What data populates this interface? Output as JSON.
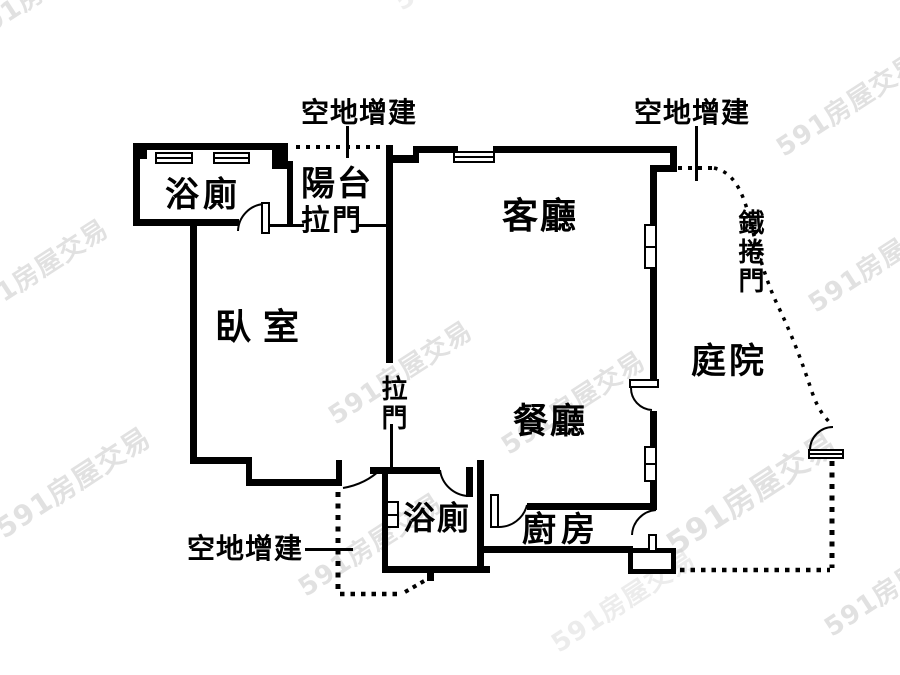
{
  "colors": {
    "line": "#000000",
    "background": "#ffffff",
    "watermark": "#c9c9c9"
  },
  "rooms": {
    "bathroom_top": "浴廁",
    "balcony": "陽台",
    "living_room": "客廳",
    "bedroom": "臥室",
    "dining_room": "餐廳",
    "courtyard": "庭院",
    "bathroom_bottom": "浴廁",
    "kitchen": "廚房"
  },
  "annotations": {
    "sliding_door_balcony": "拉門",
    "sliding_door_bedroom": "拉門",
    "addition_top_left": "空地增建",
    "addition_top_right": "空地增建",
    "addition_bottom": "空地增建",
    "roller_shutter_door": "鐵捲門"
  },
  "watermark": {
    "text": "591房屋交易"
  }
}
